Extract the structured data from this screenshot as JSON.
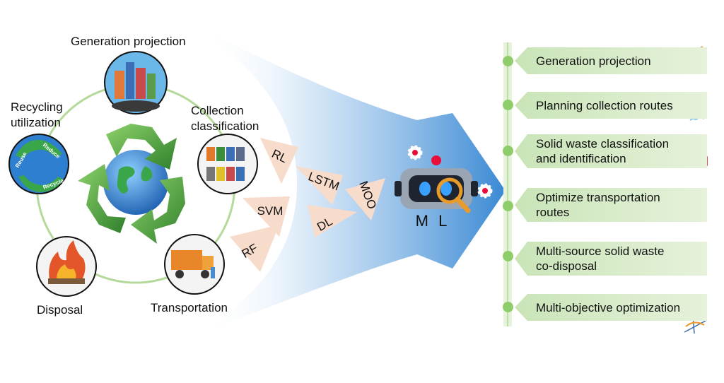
{
  "cycle": {
    "top": "Generation projection",
    "left_line1": "Recycling",
    "left_line2": "utilization",
    "right_line1": "Collection",
    "right_line2": "classification",
    "bottom_left": "Disposal",
    "bottom_right": "Transportation",
    "globe_words": [
      "Reuse",
      "Reduce",
      "Recycle"
    ]
  },
  "methods": [
    "RL",
    "LSTM",
    "MOO",
    "SVM",
    "DL",
    "RF"
  ],
  "robot_label": "M L",
  "applications": [
    {
      "line1": "Generation projection",
      "line2": ""
    },
    {
      "line1": "Planning collection routes",
      "line2": ""
    },
    {
      "line1": "Solid waste classification",
      "line2": "and identification"
    },
    {
      "line1": "Optimize transportation",
      "line2": "routes"
    },
    {
      "line1": "Multi-source solid waste",
      "line2": "co-disposal"
    },
    {
      "line1": "Multi-objective optimization",
      "line2": ""
    }
  ],
  "colors": {
    "cycle_ring": "#b5d99a",
    "recycle_arrows": "#3f9b3a",
    "beam": "#3f8fd6",
    "triangle_fill": "#f7dccb",
    "timeline": "#b9dfa1",
    "item_fill": "#d9ecc9",
    "robot_body": "#9aa5b4",
    "magnifier": "#e89a2b",
    "accent_red": "#e8103a"
  }
}
